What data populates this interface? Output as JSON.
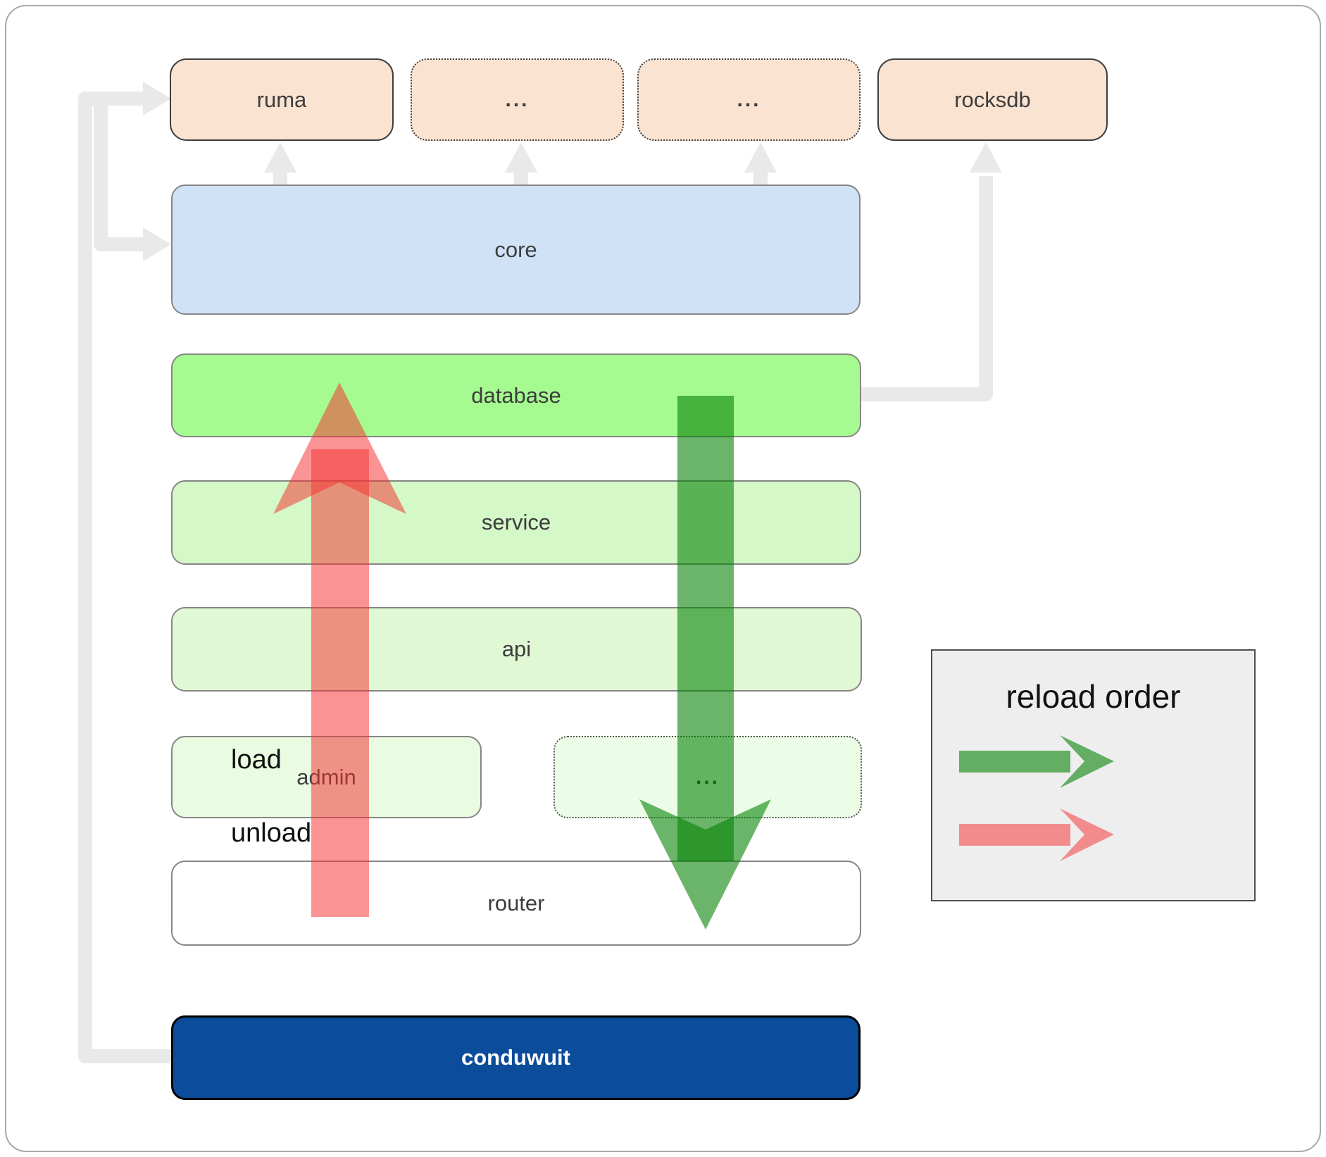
{
  "diagram": {
    "top_row": {
      "ruma": "ruma",
      "module_a": "...",
      "module_b": "...",
      "rocksdb": "rocksdb"
    },
    "layers": {
      "core": "core",
      "database": "database",
      "service": "service",
      "api": "api",
      "admin": "admin",
      "admin_extra": "...",
      "router": "router",
      "conduwuit": "conduwuit"
    }
  },
  "legend": {
    "title": "reload order",
    "load_label": "load",
    "unload_label": "unload"
  },
  "colors": {
    "module_fill": "#fbe3d1",
    "core_fill": "#cfe2f6",
    "database_fill": "#a5fb8f",
    "service_fill": "#d4f8c7",
    "api_fill": "#e1f8d5",
    "admin_fill": "#e9fbe1",
    "admin_extra_fill": "#ecfde7",
    "router_fill": "#ffffff",
    "conduwuit_fill": "#0b4d9b",
    "connector_gray": "#e9e9e9",
    "load_arrow_green": "rgba(0,128,0,0.58)",
    "unload_arrow_red": "rgba(245,50,50,0.52)",
    "legend_bg": "#eeeeee",
    "label_text": "#3d3d3d"
  }
}
